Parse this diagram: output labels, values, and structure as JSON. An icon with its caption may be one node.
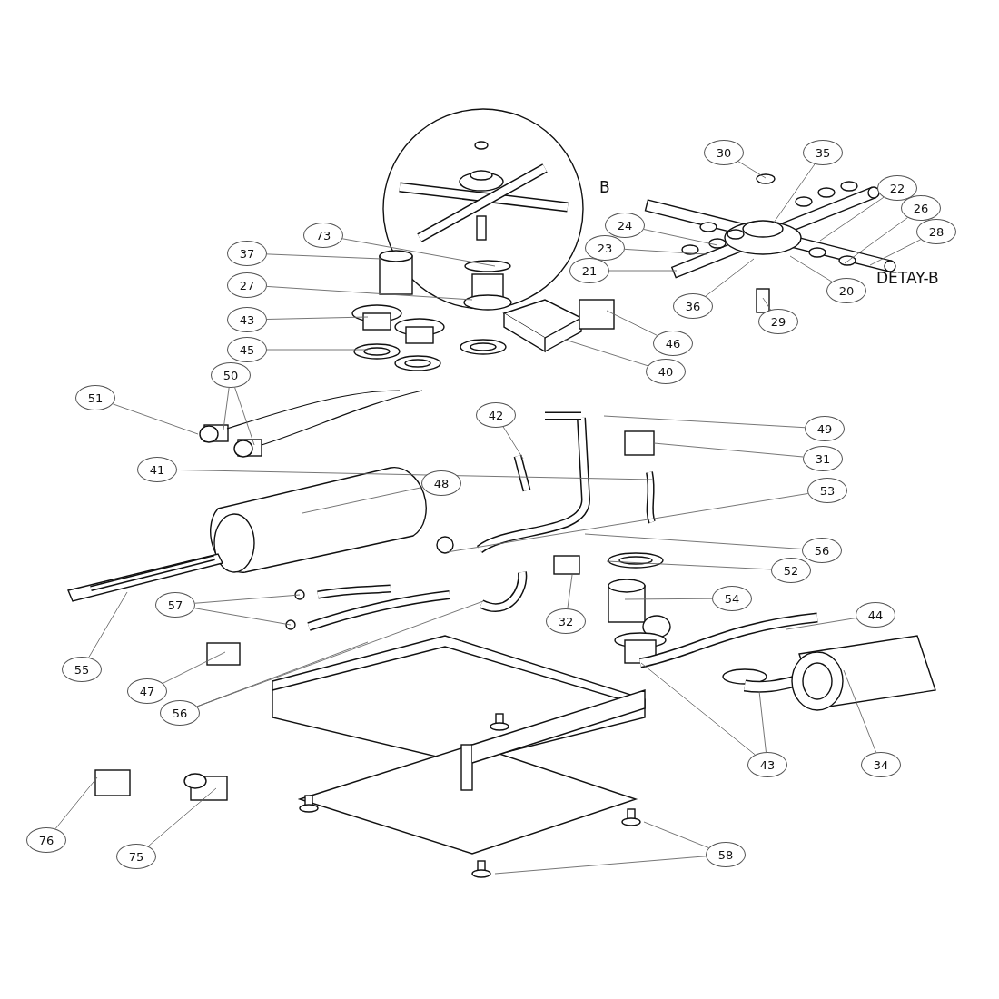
{
  "diagram": {
    "nodes": [
      {
        "text": [
          "30"
        ]
      },
      {
        "text": [
          "35"
        ]
      },
      {
        "text": [
          "22"
        ]
      },
      {
        "text": [
          "26"
        ]
      },
      {
        "text": [
          "24"
        ]
      },
      {
        "text": [
          "28"
        ]
      },
      {
        "text": [
          "73"
        ]
      },
      {
        "text": [
          "23"
        ]
      },
      {
        "text": [
          "37"
        ]
      },
      {
        "text": [
          "21"
        ]
      },
      {
        "text": [
          "27"
        ]
      },
      {
        "text": [
          "20"
        ]
      },
      {
        "text": [
          "36"
        ]
      },
      {
        "text": [
          "43"
        ]
      },
      {
        "text": [
          "29"
        ]
      },
      {
        "text": [
          "46"
        ]
      },
      {
        "text": [
          "45"
        ]
      },
      {
        "text": [
          "40"
        ]
      },
      {
        "text": [
          "50"
        ]
      },
      {
        "text": [
          "51"
        ]
      },
      {
        "text": [
          "42"
        ]
      },
      {
        "text": [
          "49"
        ]
      },
      {
        "text": [
          "31"
        ]
      },
      {
        "text": [
          "41"
        ]
      },
      {
        "text": [
          "48"
        ]
      },
      {
        "text": [
          "53"
        ]
      },
      {
        "text": [
          "56"
        ]
      },
      {
        "text": [
          "52"
        ]
      },
      {
        "text": [
          "54"
        ]
      },
      {
        "text": [
          "57"
        ]
      },
      {
        "text": [
          "44"
        ]
      },
      {
        "text": [
          "32"
        ]
      },
      {
        "text": [
          "55"
        ]
      },
      {
        "text": [
          "47"
        ]
      },
      {
        "text": [
          "56"
        ]
      },
      {
        "text": [
          "43"
        ]
      },
      {
        "text": [
          "34"
        ]
      },
      {
        "text": [
          "76"
        ]
      },
      {
        "text": [
          "75"
        ]
      },
      {
        "text": [
          "58"
        ]
      }
    ],
    "edges": [
      {
        "from": 0,
        "to": null,
        "arrow": "none"
      },
      {
        "from": 1,
        "to": null,
        "arrow": "none"
      },
      {
        "from": 2,
        "to": null,
        "arrow": "none"
      },
      {
        "from": 3,
        "to": null,
        "arrow": "none"
      },
      {
        "from": 4,
        "to": null,
        "arrow": "none"
      },
      {
        "from": 5,
        "to": null,
        "arrow": "none"
      },
      {
        "from": 6,
        "to": null,
        "arrow": "none"
      },
      {
        "from": 7,
        "to": null,
        "arrow": "none"
      },
      {
        "from": 8,
        "to": null,
        "arrow": "none"
      },
      {
        "from": 9,
        "to": null,
        "arrow": "none"
      },
      {
        "from": 10,
        "to": null,
        "arrow": "none"
      },
      {
        "from": 11,
        "to": null,
        "arrow": "none"
      },
      {
        "from": 12,
        "to": null,
        "arrow": "none"
      },
      {
        "from": 13,
        "to": null,
        "arrow": "none"
      },
      {
        "from": 14,
        "to": null,
        "arrow": "none"
      },
      {
        "from": 15,
        "to": null,
        "arrow": "none"
      },
      {
        "from": 16,
        "to": null,
        "arrow": "none"
      },
      {
        "from": 17,
        "to": null,
        "arrow": "none"
      },
      {
        "from": 18,
        "to": null,
        "arrow": "none"
      },
      {
        "from": 18,
        "to": null,
        "arrow": "none"
      },
      {
        "from": 19,
        "to": null,
        "arrow": "none"
      },
      {
        "from": 20,
        "to": null,
        "arrow": "none"
      },
      {
        "from": 21,
        "to": null,
        "arrow": "none"
      },
      {
        "from": 22,
        "to": null,
        "arrow": "none"
      },
      {
        "from": 23,
        "to": null,
        "arrow": "none"
      },
      {
        "from": 24,
        "to": null,
        "arrow": "none"
      },
      {
        "from": 25,
        "to": null,
        "arrow": "none"
      },
      {
        "from": 26,
        "to": null,
        "arrow": "none"
      },
      {
        "from": 27,
        "to": null,
        "arrow": "none"
      },
      {
        "from": 28,
        "to": null,
        "arrow": "none"
      },
      {
        "from": 29,
        "to": null,
        "arrow": "none"
      },
      {
        "from": 29,
        "to": null,
        "arrow": "none"
      },
      {
        "from": 30,
        "to": null,
        "arrow": "none"
      },
      {
        "from": 31,
        "to": null,
        "arrow": "none"
      },
      {
        "from": 32,
        "to": null,
        "arrow": "none"
      },
      {
        "from": 33,
        "to": null,
        "arrow": "none"
      },
      {
        "from": 34,
        "to": null,
        "arrow": "none"
      },
      {
        "from": 34,
        "to": null,
        "arrow": "none"
      },
      {
        "from": 35,
        "to": null,
        "arrow": "none"
      },
      {
        "from": 35,
        "to": null,
        "arrow": "none"
      },
      {
        "from": 36,
        "to": null,
        "arrow": "none"
      },
      {
        "from": 37,
        "to": null,
        "arrow": "none"
      },
      {
        "from": 38,
        "to": null,
        "arrow": "none"
      },
      {
        "from": 39,
        "to": null,
        "arrow": "none"
      },
      {
        "from": 39,
        "to": null,
        "arrow": "none"
      }
    ],
    "labels": [
      "B",
      "DETAY-B"
    ]
  }
}
